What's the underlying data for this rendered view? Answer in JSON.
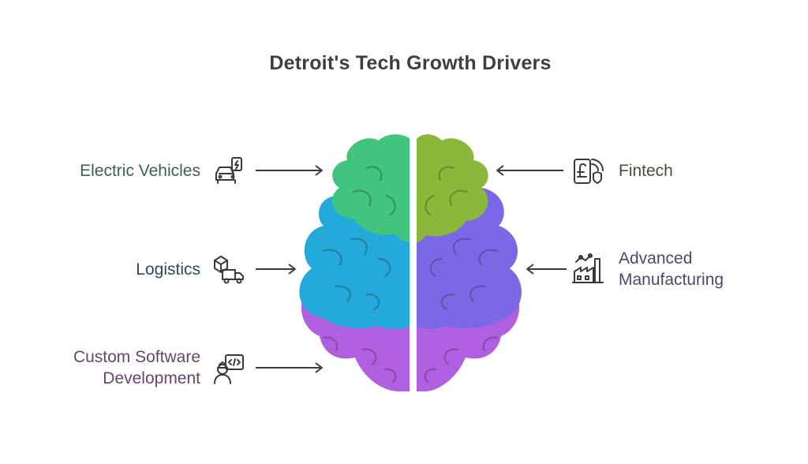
{
  "title": "Detroit's Tech Growth Drivers",
  "colors": {
    "green": "#40C47E",
    "olive": "#8BB83B",
    "blue": "#23A9DA",
    "purple": "#7B68E6",
    "violet": "#B05FE0",
    "title": "#3F3F3F",
    "arrow": "#3A3A3A"
  },
  "drivers": {
    "electric_vehicles": {
      "label": "Electric Vehicles",
      "icon": "electric-car-icon",
      "color": "#3F5F52"
    },
    "logistics": {
      "label": "Logistics",
      "icon": "delivery-truck-icon",
      "color": "#2C4A5E"
    },
    "custom_software": {
      "line1": "Custom Software",
      "line2": "Development",
      "icon": "developer-icon",
      "color": "#66456B"
    },
    "fintech": {
      "label": "Fintech",
      "icon": "fintech-icon",
      "color": "#44513A"
    },
    "advanced_manufacturing": {
      "line1": "Advanced",
      "line2": "Manufacturing",
      "icon": "factory-icon",
      "color": "#4A4870"
    }
  }
}
